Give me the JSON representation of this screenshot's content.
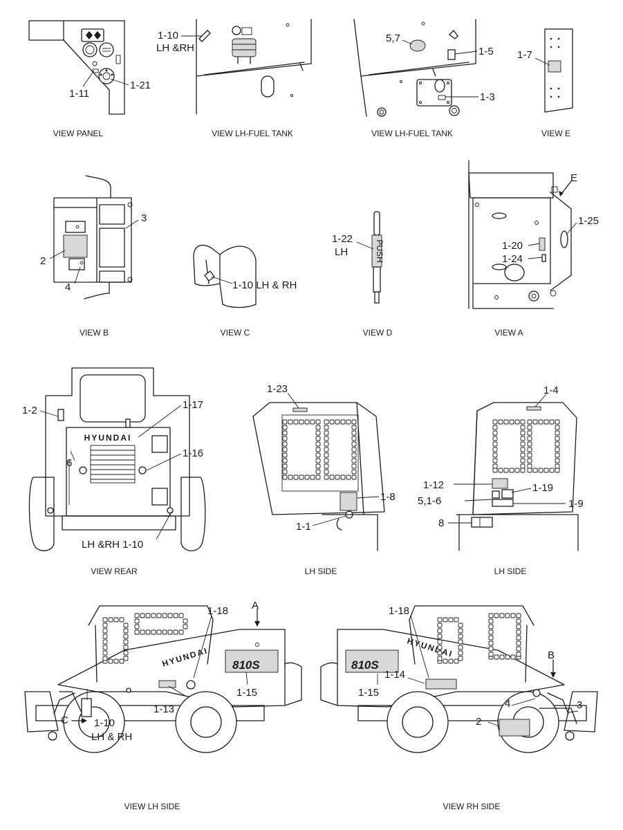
{
  "views": {
    "panel": {
      "caption": "VIEW PANEL",
      "callouts": [
        "1-11",
        "1-21"
      ]
    },
    "lh_fuel_1": {
      "caption": "VIEW LH-FUEL TANK",
      "callouts": [
        "1-10",
        "LH &RH"
      ]
    },
    "lh_fuel_2": {
      "caption": "VIEW LH-FUEL TANK",
      "callouts": [
        "5,7",
        "1-5",
        "1-3"
      ]
    },
    "e": {
      "caption": "VIEW E",
      "callouts": [
        "1-7"
      ]
    },
    "b": {
      "caption": "VIEW B",
      "callouts": [
        "3",
        "2",
        "4"
      ]
    },
    "c": {
      "caption": "VIEW C",
      "callouts": [
        "1-10 LH & RH"
      ]
    },
    "d": {
      "caption": "VIEW D",
      "callouts": [
        "1-22",
        "LH"
      ],
      "decal_text": "PUSH"
    },
    "a": {
      "caption": "VIEW A",
      "callouts": [
        "E",
        "1-25",
        "1-20",
        "1-24"
      ]
    },
    "rear": {
      "caption": "VIEW REAR",
      "callouts": [
        "1-2",
        "1-17",
        "6",
        "1-16",
        "LH &RH 1-10"
      ],
      "brand": "HYUNDAI"
    },
    "lh_side_1": {
      "caption": "LH SIDE",
      "callouts": [
        "1-23",
        "1-8",
        "1-1"
      ]
    },
    "lh_side_2": {
      "caption": "LH SIDE",
      "callouts": [
        "1-4",
        "1-12",
        "1-19",
        "5,1-6",
        "1-9",
        "8"
      ]
    },
    "lh_view": {
      "caption": "VIEW LH SIDE",
      "callouts": [
        "1-18",
        "A",
        "1-13",
        "1-15",
        "1-10",
        "LH & RH",
        "C"
      ],
      "brand": "HYUNDAI",
      "model": "810S"
    },
    "rh_view": {
      "caption": "VIEW RH SIDE",
      "callouts": [
        "1-18",
        "1-14",
        "1-15",
        "B",
        "3",
        "4",
        "2"
      ],
      "brand": "HYUNDAI",
      "model": "810S"
    }
  }
}
